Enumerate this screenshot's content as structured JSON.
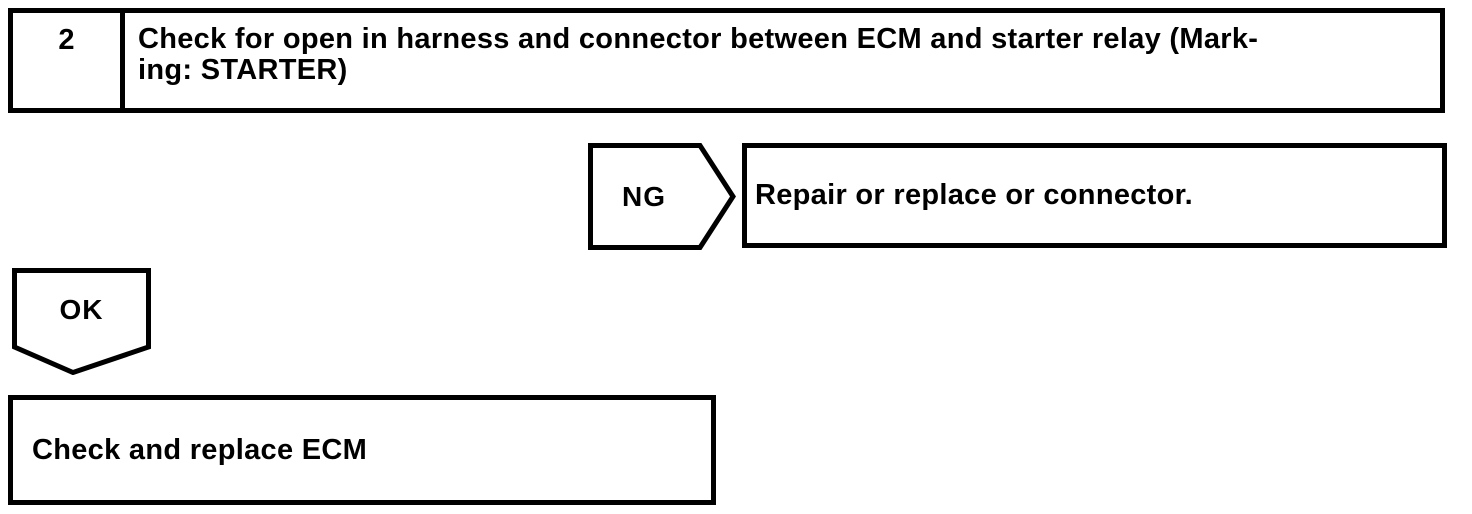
{
  "flowchart": {
    "step": {
      "number": "2",
      "instruction_lines": [
        "Check for open in harness and connector between ECM and starter relay (Mark-",
        "ing: STARTER)"
      ]
    },
    "ng_branch": {
      "label": "NG",
      "action": "Repair or replace or connector."
    },
    "ok_branch": {
      "label": "OK",
      "action": "Check and replace ECM"
    }
  },
  "colors": {
    "line": "#000000",
    "background": "#ffffff"
  }
}
